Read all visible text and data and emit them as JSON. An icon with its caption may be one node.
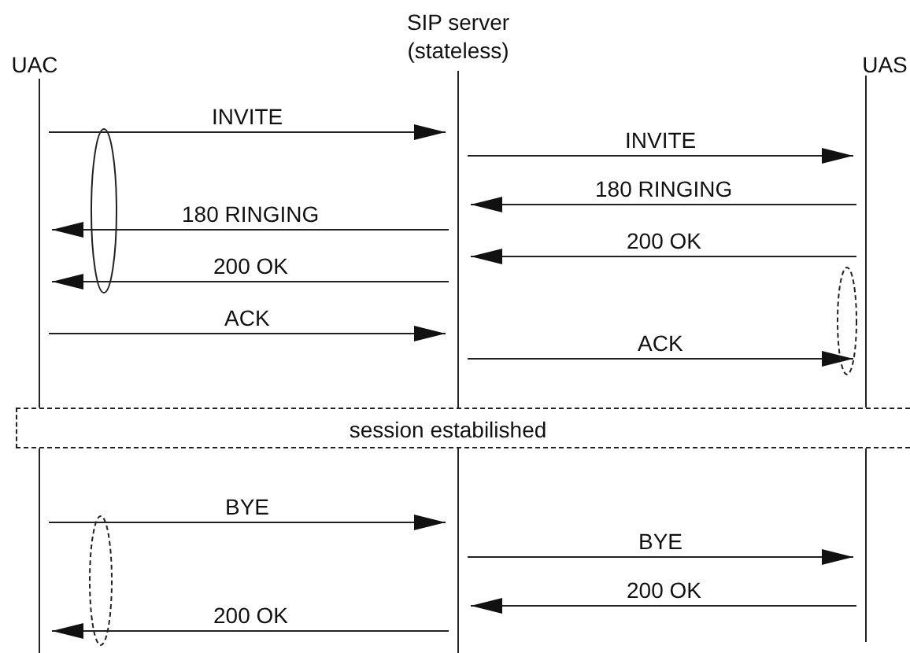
{
  "diagram": {
    "nodes": [
      {
        "text": [
          "UAC"
        ]
      },
      {
        "text": [
          "SIP server (stateless)"
        ]
      },
      {
        "text": [
          "UAS"
        ]
      },
      {
        "text": [
          "session estabilished"
        ]
      }
    ],
    "edges": [
      {
        "from": 0,
        "to": 1,
        "arrow": "to",
        "label": "INVITE"
      },
      {
        "from": 1,
        "to": 2,
        "arrow": "to",
        "label": "INVITE"
      },
      {
        "from": 2,
        "to": 1,
        "arrow": "to",
        "label": "180 RINGING"
      },
      {
        "from": 1,
        "to": 0,
        "arrow": "to",
        "label": "180 RINGING"
      },
      {
        "from": 2,
        "to": 1,
        "arrow": "to",
        "label": "200 OK"
      },
      {
        "from": 1,
        "to": 0,
        "arrow": "to",
        "label": "200 OK"
      },
      {
        "from": 0,
        "to": 1,
        "arrow": "to",
        "label": "ACK"
      },
      {
        "from": 1,
        "to": 2,
        "arrow": "to",
        "label": "ACK"
      },
      {
        "from": 0,
        "to": 1,
        "arrow": "to",
        "label": "BYE"
      },
      {
        "from": 1,
        "to": 2,
        "arrow": "to",
        "label": "BYE"
      },
      {
        "from": 2,
        "to": 1,
        "arrow": "to",
        "label": "200 OK"
      },
      {
        "from": 1,
        "to": 0,
        "arrow": "to",
        "label": "200 OK"
      }
    ]
  }
}
